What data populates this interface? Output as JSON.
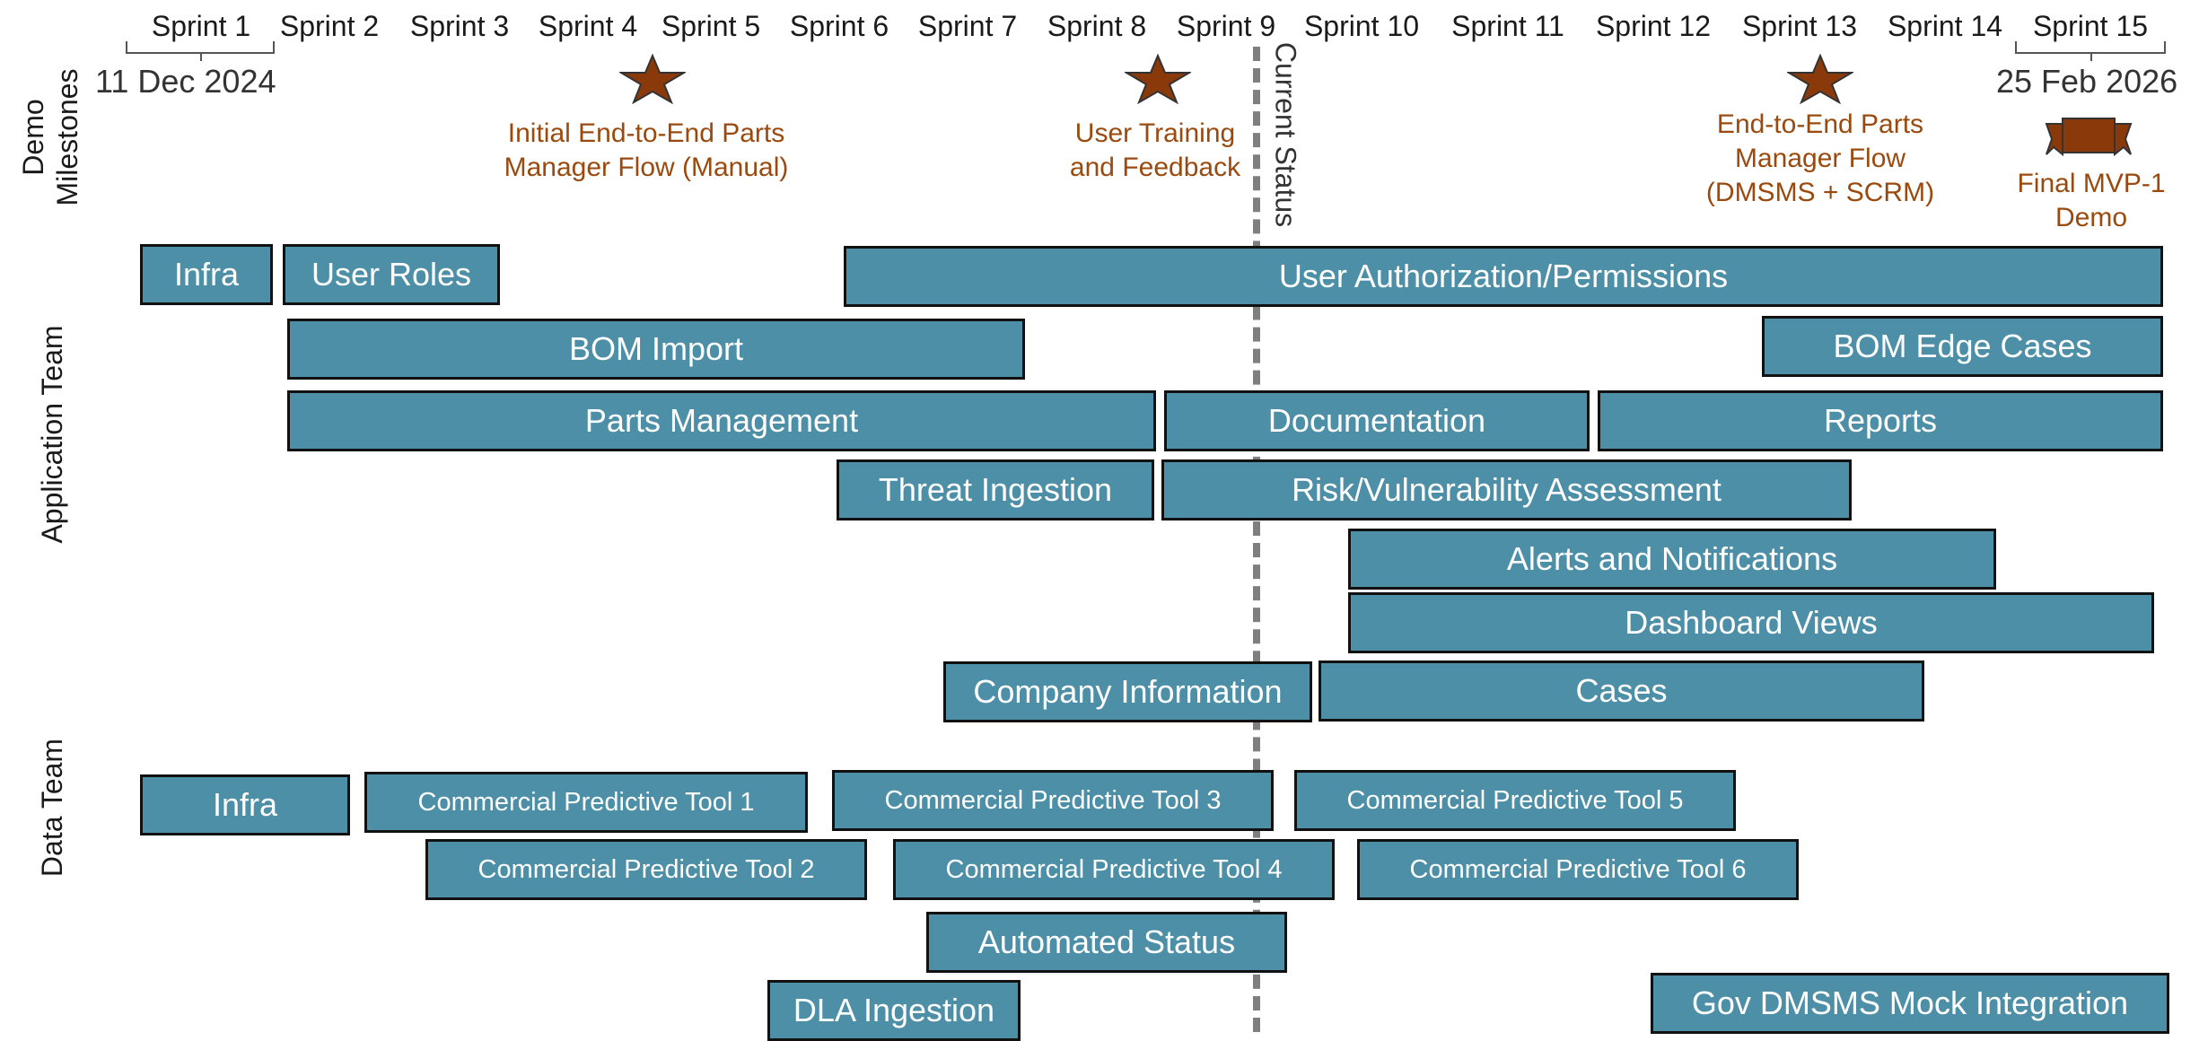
{
  "sprints": [
    "Sprint 1",
    "Sprint 2",
    "Sprint 3",
    "Sprint 4",
    "Sprint 5",
    "Sprint 6",
    "Sprint 7",
    "Sprint 8",
    "Sprint 9",
    "Sprint 10",
    "Sprint 11",
    "Sprint 12",
    "Sprint 13",
    "Sprint 14",
    "Sprint 15"
  ],
  "dates": {
    "start": "11 Dec 2024",
    "end": "25 Feb 2026"
  },
  "row_labels": {
    "demo_milestones": "Demo Milestones",
    "application_team": "Application Team",
    "data_team": "Data Team"
  },
  "current_status": "Current Status",
  "milestones": [
    {
      "text": "Initial End-to-End Parts Manager Flow (Manual)",
      "icon": "star-icon",
      "line1": "Initial End-to-End Parts",
      "line2": "Manager Flow (Manual)"
    },
    {
      "text": "User Training and Feedback",
      "icon": "star-icon",
      "line1": "User Training",
      "line2": "and Feedback"
    },
    {
      "text": "End-to-End Parts Manager Flow (DMSMS + SCRM)",
      "icon": "star-icon",
      "line1": "End-to-End Parts",
      "line2": "Manager Flow",
      "line3": "(DMSMS + SCRM)"
    },
    {
      "text": "Final MVP-1 Demo",
      "icon": "ribbon-icon",
      "line1": "Final MVP-1",
      "line2": "Demo"
    }
  ],
  "tasks": {
    "infra_app": "Infra",
    "user_roles": "User Roles",
    "user_auth": "User Authorization/Permissions",
    "bom_import": "BOM Import",
    "bom_edge": "BOM Edge Cases",
    "parts_mgmt": "Parts Management",
    "documentation": "Documentation",
    "reports": "Reports",
    "threat_ingestion": "Threat Ingestion",
    "risk_assessment": "Risk/Vulnerability Assessment",
    "alerts": "Alerts and Notifications",
    "dashboard": "Dashboard Views",
    "company_info": "Company Information",
    "cases": "Cases",
    "infra_data": "Infra",
    "cpt1": "Commercial Predictive Tool 1",
    "cpt2": "Commercial Predictive Tool 2",
    "cpt3": "Commercial Predictive Tool 3",
    "cpt4": "Commercial Predictive Tool 4",
    "cpt5": "Commercial Predictive Tool 5",
    "cpt6": "Commercial Predictive Tool 6",
    "automated_status": "Automated Status",
    "dla_ingestion": "DLA Ingestion",
    "gov_dmsms": "Gov DMSMS Mock Integration"
  },
  "colors": {
    "bar_fill": "#4d8fa7",
    "bar_border": "#111111",
    "milestone": "#9a4a0e",
    "star_fill": "#8a3a0a",
    "status_line": "#7f7f7f"
  }
}
